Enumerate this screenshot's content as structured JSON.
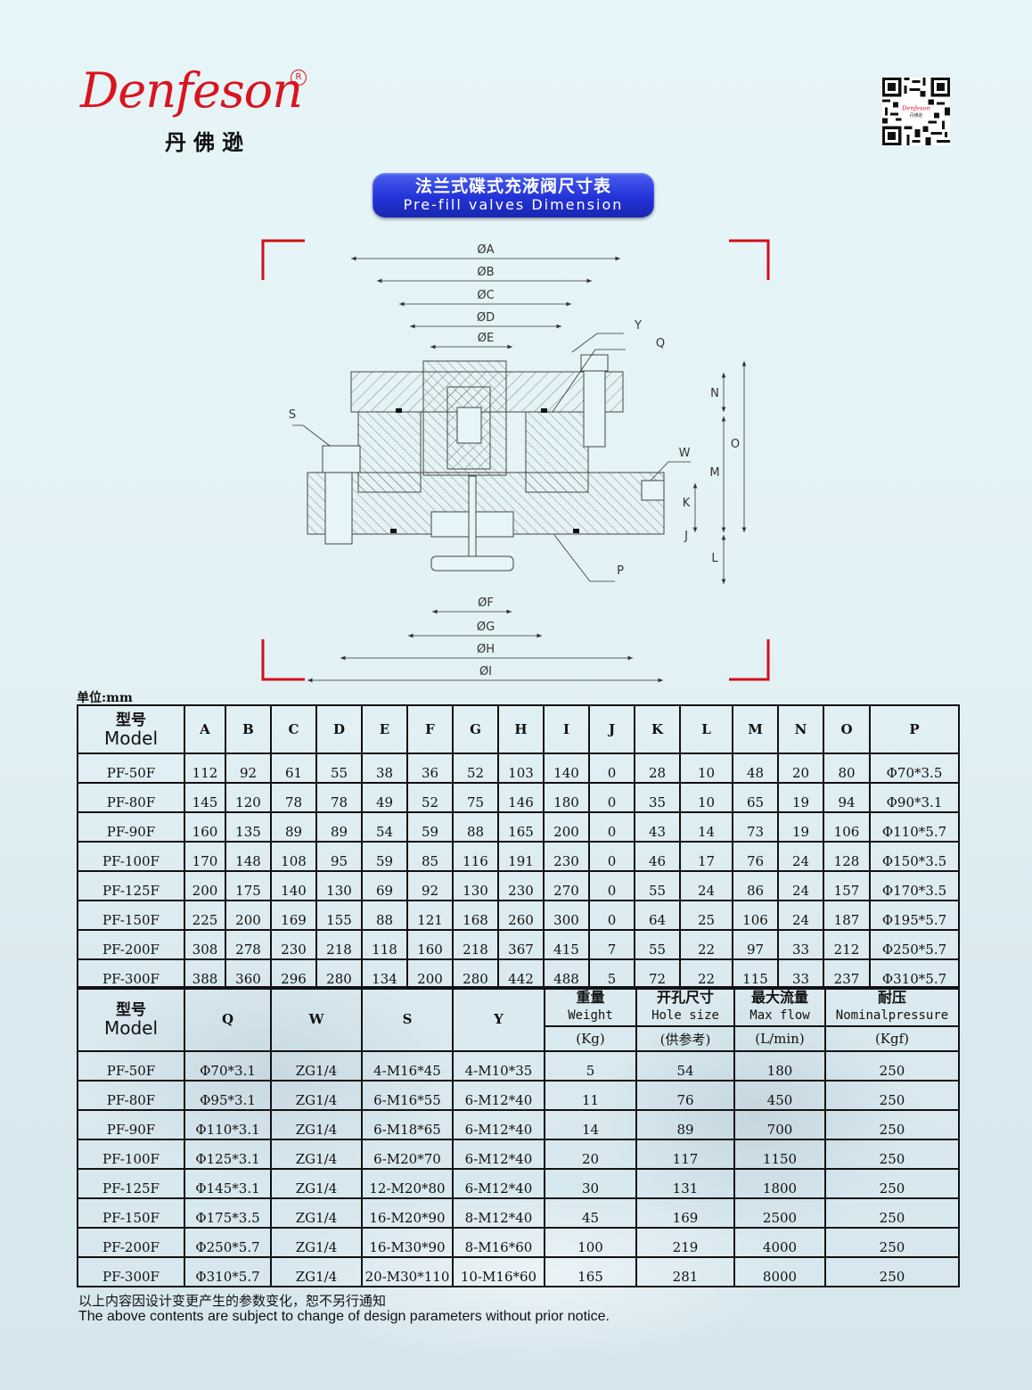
{
  "brand": {
    "logo_script": "Denfeson",
    "logo_registered": "R",
    "logo_cn": "丹佛逊",
    "brand_color": "#d9141f"
  },
  "title": {
    "cn": "法兰式碟式充液阀尺寸表",
    "en": "Pre-fill valves Dimension",
    "pill_color": "#2233d8"
  },
  "drawing": {
    "dimension_labels": [
      "ØA",
      "ØB",
      "ØC",
      "ØD",
      "ØE",
      "ØF",
      "ØG",
      "ØH",
      "ØI"
    ],
    "vertical_labels": [
      "N",
      "O",
      "M",
      "K",
      "J",
      "L"
    ],
    "callouts": [
      "Y",
      "Q",
      "S",
      "W",
      "P"
    ],
    "corner_mark_color": "#d0101a"
  },
  "unit_label": "单位:mm",
  "table1": {
    "model_cn": "型号",
    "model_en": "Model",
    "columns": [
      "A",
      "B",
      "C",
      "D",
      "E",
      "F",
      "G",
      "H",
      "I",
      "J",
      "K",
      "L",
      "M",
      "N",
      "O",
      "P"
    ],
    "rows": [
      {
        "model": "PF-50F",
        "values": [
          "112",
          "92",
          "61",
          "55",
          "38",
          "36",
          "52",
          "103",
          "140",
          "0",
          "28",
          "10",
          "48",
          "20",
          "80",
          "Φ70*3.5"
        ]
      },
      {
        "model": "PF-80F",
        "values": [
          "145",
          "120",
          "78",
          "78",
          "49",
          "52",
          "75",
          "146",
          "180",
          "0",
          "35",
          "10",
          "65",
          "19",
          "94",
          "Φ90*3.1"
        ]
      },
      {
        "model": "PF-90F",
        "values": [
          "160",
          "135",
          "89",
          "89",
          "54",
          "59",
          "88",
          "165",
          "200",
          "0",
          "43",
          "14",
          "73",
          "19",
          "106",
          "Φ110*5.7"
        ]
      },
      {
        "model": "PF-100F",
        "values": [
          "170",
          "148",
          "108",
          "95",
          "59",
          "85",
          "116",
          "191",
          "230",
          "0",
          "46",
          "17",
          "76",
          "24",
          "128",
          "Φ150*3.5"
        ]
      },
      {
        "model": "PF-125F",
        "values": [
          "200",
          "175",
          "140",
          "130",
          "69",
          "92",
          "130",
          "230",
          "270",
          "0",
          "55",
          "24",
          "86",
          "24",
          "157",
          "Φ170*3.5"
        ]
      },
      {
        "model": "PF-150F",
        "values": [
          "225",
          "200",
          "169",
          "155",
          "88",
          "121",
          "168",
          "260",
          "300",
          "0",
          "64",
          "25",
          "106",
          "24",
          "187",
          "Φ195*5.7"
        ]
      },
      {
        "model": "PF-200F",
        "values": [
          "308",
          "278",
          "230",
          "218",
          "118",
          "160",
          "218",
          "367",
          "415",
          "7",
          "55",
          "22",
          "97",
          "33",
          "212",
          "Φ250*5.7"
        ]
      },
      {
        "model": "PF-300F",
        "values": [
          "388",
          "360",
          "296",
          "280",
          "134",
          "200",
          "280",
          "442",
          "488",
          "5",
          "72",
          "22",
          "115",
          "33",
          "237",
          "Φ310*5.7"
        ]
      }
    ]
  },
  "table2": {
    "model_cn": "型号",
    "model_en": "Model",
    "columns": [
      {
        "label": "Q"
      },
      {
        "label": "W"
      },
      {
        "label": "S"
      },
      {
        "label": "Y"
      },
      {
        "cn": "重量",
        "en": "Weight",
        "unit": "(Kg)"
      },
      {
        "cn": "开孔尺寸",
        "en": "Hole size",
        "unit": "(供参考)"
      },
      {
        "cn": "最大流量",
        "en": "Max flow",
        "unit": "(L/min)"
      },
      {
        "cn": "耐压",
        "en": "Nominalpressure",
        "unit": "(Kgf)"
      }
    ],
    "rows": [
      {
        "model": "PF-50F",
        "values": [
          "Φ70*3.1",
          "ZG1/4",
          "4-M16*45",
          "4-M10*35",
          "5",
          "54",
          "180",
          "250"
        ]
      },
      {
        "model": "PF-80F",
        "values": [
          "Φ95*3.1",
          "ZG1/4",
          "6-M16*55",
          "6-M12*40",
          "11",
          "76",
          "450",
          "250"
        ]
      },
      {
        "model": "PF-90F",
        "values": [
          "Φ110*3.1",
          "ZG1/4",
          "6-M18*65",
          "6-M12*40",
          "14",
          "89",
          "700",
          "250"
        ]
      },
      {
        "model": "PF-100F",
        "values": [
          "Φ125*3.1",
          "ZG1/4",
          "6-M20*70",
          "6-M12*40",
          "20",
          "117",
          "1150",
          "250"
        ]
      },
      {
        "model": "PF-125F",
        "values": [
          "Φ145*3.1",
          "ZG1/4",
          "12-M20*80",
          "6-M12*40",
          "30",
          "131",
          "1800",
          "250"
        ]
      },
      {
        "model": "PF-150F",
        "values": [
          "Φ175*3.5",
          "ZG1/4",
          "16-M20*90",
          "8-M12*40",
          "45",
          "169",
          "2500",
          "250"
        ]
      },
      {
        "model": "PF-200F",
        "values": [
          "Φ250*5.7",
          "ZG1/4",
          "16-M30*90",
          "8-M16*60",
          "100",
          "219",
          "4000",
          "250"
        ]
      },
      {
        "model": "PF-300F",
        "values": [
          "Φ310*5.7",
          "ZG1/4",
          "20-M30*110",
          "10-M16*60",
          "165",
          "281",
          "8000",
          "250"
        ]
      }
    ]
  },
  "footer": {
    "cn": "以上内容因设计变更产生的参数变化，恕不另行通知",
    "en": "The above contents are subject to change of design parameters without prior notice."
  }
}
